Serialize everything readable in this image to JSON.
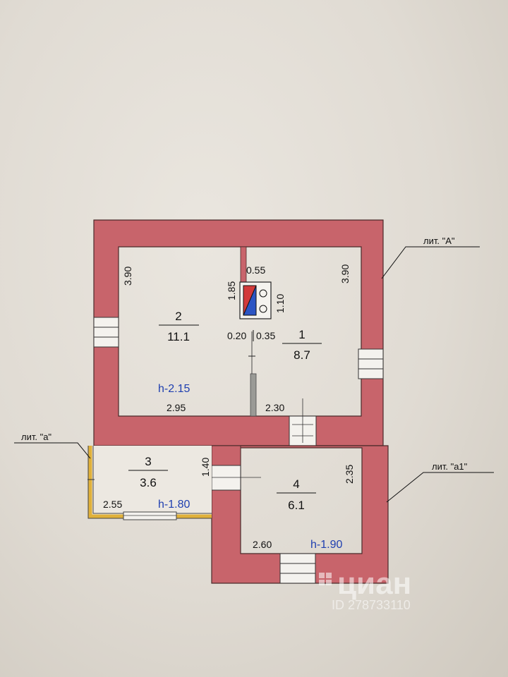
{
  "colors": {
    "wall": "#c8646b",
    "floor": "#e9e5de",
    "window": "#f4f2ee",
    "line": "#222222",
    "height_text": "#1f3fb0",
    "annex_wall": "#e0b13a"
  },
  "labels": {
    "lit_A": "лит. \"А\"",
    "lit_a": "лит. \"а\"",
    "lit_a1": "лит. \"а1\""
  },
  "rooms": [
    {
      "number": "1",
      "area": "8.7"
    },
    {
      "number": "2",
      "area": "11.1"
    },
    {
      "number": "3",
      "area": "3.6"
    },
    {
      "number": "4",
      "area": "6.1"
    }
  ],
  "heights": {
    "main": "h-2.15",
    "annex_a": "h-1.80",
    "annex_a1": "h-1.90"
  },
  "dimensions": {
    "room2_height_left": "3.90",
    "room1_height_right": "3.90",
    "partition_top": "1.85",
    "stove_width": "0.55",
    "stove_height": "1.10",
    "stove_left": "0.20",
    "stove_right": "0.35",
    "room2_width": "2.95",
    "room1_width": "2.30",
    "room3_side": "1.40",
    "room4_side": "2.35",
    "room3_width": "2.55",
    "room4_width": "2.60"
  },
  "watermark": {
    "brand": "циан",
    "id": "ID 278733110"
  }
}
